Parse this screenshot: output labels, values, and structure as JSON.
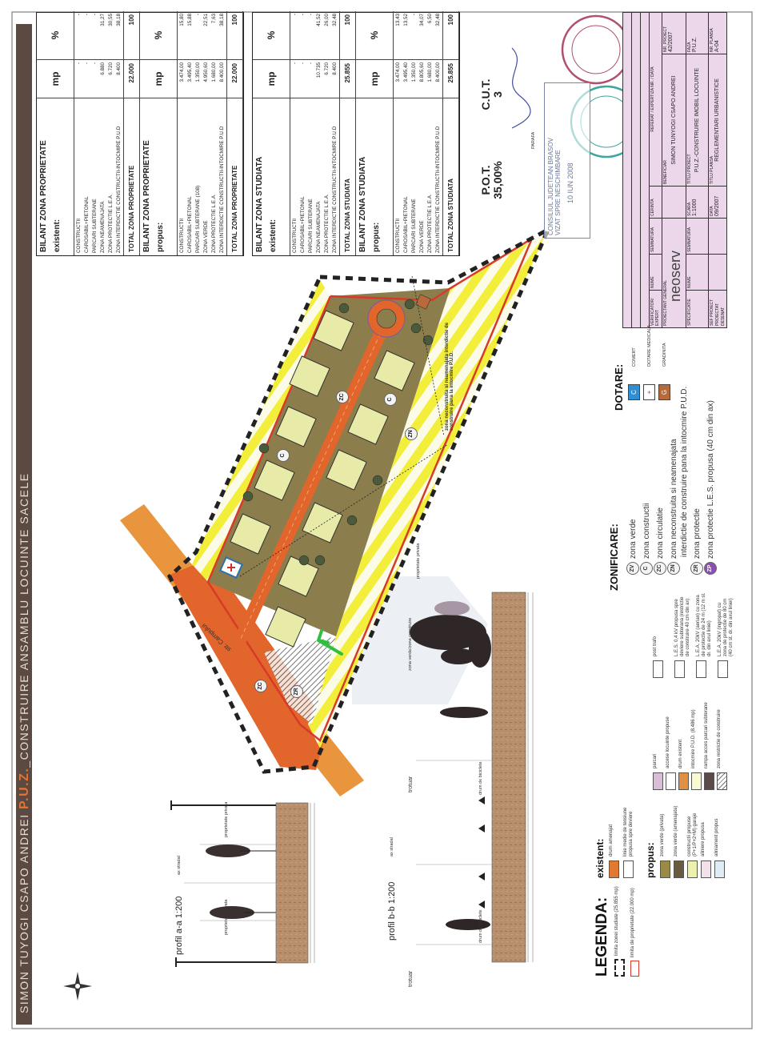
{
  "title": {
    "left": "SIMON TUYOGI CSAPO ANDREI ",
    "puz": "P.U.Z.",
    "right": "_CONSTRUIRE ANSAMBLU LOCUINTE SACELE"
  },
  "units": {
    "mp": "mp",
    "pct": "%"
  },
  "bilant_proprietate": {
    "title": "BILANT ZONA PROPRIETATE",
    "existent": {
      "label": "existent:",
      "rows": [
        {
          "name": "CONSTRUCTII",
          "mp": "-",
          "pct": "-"
        },
        {
          "name": "CAROSABIL+PIETONAL",
          "mp": "-",
          "pct": "-"
        },
        {
          "name": "PARCARI SUBTERANE",
          "mp": "-",
          "pct": "-"
        },
        {
          "name": "ZONA NEAMENAJATA",
          "mp": "6.880",
          "pct": "31,27"
        },
        {
          "name": "ZONA PROTECTIE L.E.A.",
          "mp": "6.720",
          "pct": "30,55"
        },
        {
          "name": "ZONA INTERDICTIE CONSTRUCTII-INTOCMIRE P.U.D",
          "mp": "8.400",
          "pct": "38,18"
        }
      ],
      "total": {
        "name": "TOTAL ZONA PROPRIETATE",
        "mp": "22.000",
        "pct": "100"
      }
    },
    "propus": {
      "label": "propus:",
      "rows": [
        {
          "name": "CONSTRUCTII",
          "mp": "3.474,00",
          "pct": "15,80"
        },
        {
          "name": "CAROSABIL+PIETONAL",
          "mp": "3.495,40",
          "pct": "15,88"
        },
        {
          "name": "PARCARI SUBTERANE (108)",
          "mp": "1.350,00",
          "pct": "-"
        },
        {
          "name": "ZONA VERDE",
          "mp": "4.950,60",
          "pct": "22,51"
        },
        {
          "name": "ZONA PROTECTIE L.E.A.",
          "mp": "1.680,00",
          "pct": "7,63"
        },
        {
          "name": "ZONA INTERDICTIE CONSTRUCTII-INTOCMIRE P.U.D",
          "mp": "8.400,00",
          "pct": "38,18"
        }
      ],
      "total": {
        "name": "TOTAL ZONA PROPRIETATE",
        "mp": "22.000",
        "pct": "100"
      }
    }
  },
  "bilant_studiata": {
    "title": "BILANT ZONA STUDIATA",
    "existent": {
      "label": "existent:",
      "rows": [
        {
          "name": "CONSTRUCTII",
          "mp": "-",
          "pct": "-"
        },
        {
          "name": "CAROSABIL+PIETONAL",
          "mp": "-",
          "pct": "-"
        },
        {
          "name": "PARCARI SUBTERANE",
          "mp": "-",
          "pct": "-"
        },
        {
          "name": "ZONA NEAMENAJATA",
          "mp": "10.735",
          "pct": "41,52"
        },
        {
          "name": "ZONA PROTECTIE L.E.A.",
          "mp": "6.720",
          "pct": "26,00"
        },
        {
          "name": "ZONA INTERDICTIE CONSTRUCTII-INTOCMIRE P.U.D",
          "mp": "8.400",
          "pct": "32,48"
        }
      ],
      "total": {
        "name": "TOTAL ZONA STUDIATA",
        "mp": "25.855",
        "pct": "100"
      }
    },
    "propus": {
      "label": "propus:",
      "rows": [
        {
          "name": "CONSTRUCTII",
          "mp": "3.474,00",
          "pct": "13,43"
        },
        {
          "name": "CAROSABIL+PIETONAL",
          "mp": "3.495,40",
          "pct": "13,52"
        },
        {
          "name": "PARCARI SUBTERANE",
          "mp": "1.350,00",
          "pct": "-"
        },
        {
          "name": "ZONA VERDE",
          "mp": "8.805,60",
          "pct": "34,07"
        },
        {
          "name": "ZONA PROTECTIE L.E.A.",
          "mp": "1.680,00",
          "pct": "6,50"
        },
        {
          "name": "ZONA INTERDICTIE CONSTRUCTII-INTOCMIRE P.U.D",
          "mp": "8.400,00",
          "pct": "32,48"
        }
      ],
      "total": {
        "name": "TOTAL ZONA STUDIATA",
        "mp": "25.855",
        "pct": "100"
      }
    }
  },
  "indicators": {
    "pot_label": "P.O.T.",
    "pot_value": "35,00%",
    "cut_label": "C.U.T.",
    "cut_value": "3"
  },
  "title_block": {
    "verificator": "VERIFICATOR/ EXPERT",
    "nume": "NUME",
    "semnatura": "SEMNATURA",
    "cerinta": "CERINTA",
    "referat": "REFERAT / EXPERTIZA NR. / DATA",
    "proiectant_general": "PROIECTANT GENERAL",
    "logo": "neoserv",
    "beneficiar_label": "BENEFICIAR",
    "beneficiar": "SIMON TUNYOGI CSAPO ANDREI",
    "nr_proiect_label": "NR. PROIECT",
    "nr_proiect": "42/2007",
    "specificatie": "SPECIFICATIE",
    "scara_label": "SCARA",
    "scara": "1:1000",
    "titlu_proiect_label": "TITLU PROIECT",
    "titlu_proiect": "P.U.Z.-CONSTRUIRE IMOBIL LOCUINTE",
    "faza_label": "FAZA",
    "faza": "P.U.Z.",
    "sef_proiect": "SEF PROIECT",
    "proiectat": "PROIECTAT",
    "desenat": "DESENAT",
    "data_label": "DATA",
    "data": "09/2007",
    "titlu_plansa_label": "TITLU PLANSA",
    "titlu_plansa": "REGLEMENTARI URBANISTICE",
    "nr_plansa_label": "NR. PLANSA",
    "nr_plansa": "A-04"
  },
  "stamps": {
    "cj_line1": "CONSILIUL JUDETEAN BRASOV",
    "cj_line2": "VIZAT SPRE NESCHIMBARE",
    "cj_date": "10 IUN 2008",
    "parafa": "PARAFA",
    "colors": {
      "red_stamp": "#b0506e",
      "green_stamp": "#3aa6a0"
    }
  },
  "legend": {
    "title": "LEGENDA:",
    "general": [
      {
        "label": "limita zonei studiate (25.855 mp)"
      },
      {
        "label": "limita de proprietate (22.000 mp)"
      }
    ],
    "existent_title": "existent:",
    "existent": [
      {
        "label": "drum amenajat",
        "color": "#e07a30"
      },
      {
        "label": "linie medie de tensiune propusa spre deviere",
        "color": "#ffffff"
      }
    ],
    "propus_title": "propus:",
    "propus": [
      {
        "label": "zona verde (privata)",
        "color": "#9a8a48"
      },
      {
        "label": "zona verde (amenajata)",
        "color": "#6a5a40"
      },
      {
        "label": "constructii propuse (P+1/P+2+M) garaje",
        "color": "#eef0b0"
      },
      {
        "label": "aliniere propusa",
        "color": "#f4e0e8"
      },
      {
        "label": "aliniament propus",
        "color": "#e0ecf4"
      }
    ],
    "col2": [
      {
        "label": "parcari",
        "color": "#d8bcd8"
      },
      {
        "label": "accese locuinte propuse",
        "color": "#ffffff"
      },
      {
        "label": "drum existent",
        "color": "#e09040"
      },
      {
        "label": "intocmire P.U.D. (8.486 mp)",
        "color": "#fafad0"
      },
      {
        "label": "rampa acces parcari subterane",
        "color": "#5a4a48"
      },
      {
        "label": "zona restrictie de construire",
        "color": "#ffffff"
      }
    ],
    "col3": [
      {
        "label": "post trafo"
      },
      {
        "label": "L.E.S. 0,4 kV propusa spre deviere subterana (restrictie de construire 40 cm din ax)"
      },
      {
        "label": "L.E.A. 20kV (aerian) cu zona de protectie de 24 m (12 m st. dr. din axul liniei)"
      },
      {
        "label": "L.E.A. 20kV (ingropat) cu zona de protectie de 80 cm (40 cm st. dr. din axul liniei)"
      }
    ]
  },
  "zonificare": {
    "title": "ZONIFICARE:",
    "items": [
      {
        "code": "ZV",
        "label": "zona verde"
      },
      {
        "code": "C",
        "label": "zona constructii"
      },
      {
        "code": "ZC",
        "label": "zona circulatie"
      },
      {
        "code": "ZN",
        "label": "zona neconstruita si neamenajata",
        "label2": "interdictie de construire pana la intocmire P.U.D."
      },
      {
        "code": "ZR",
        "label": "zona protectie"
      },
      {
        "code": "ZP",
        "label": "zona protectie L.E.S. propusa (40 cm din ax)"
      }
    ]
  },
  "dotare": {
    "title": "DOTARE:",
    "items": [
      {
        "code": "C",
        "label": "COMERT",
        "color": "#2f8fd0"
      },
      {
        "code": "+",
        "label": "DOTARE MEDICALA",
        "color": "#ffffff"
      },
      {
        "code": "G",
        "label": "GRADINITA",
        "color": "#b86a3a"
      }
    ]
  },
  "profiles": {
    "aa_title": "profil a-a 1:200",
    "bb_title": "profil b-b 1:200",
    "ax": "ax stradal",
    "proprietate": "proprietate privata",
    "trotuar": "trotuar",
    "drum_biciclete": "drum de biciclete",
    "zona_verde": "zona verde/zona construire"
  },
  "plan": {
    "zn_note": "zona neconstruita si neamenajata interdictie de construire pana la intocmire P.U.D.",
    "street": "str. Campului",
    "labels": [
      "ZC",
      "C",
      "C",
      "ZN",
      "ZC",
      "ZR"
    ],
    "colors": {
      "road": "#e2652c",
      "existing_road": "#e8953e",
      "green_private": "#8c7d4c",
      "building": "#e8eaa8",
      "protection": "#f2ee3a",
      "boundary": "#d83a2a"
    }
  }
}
